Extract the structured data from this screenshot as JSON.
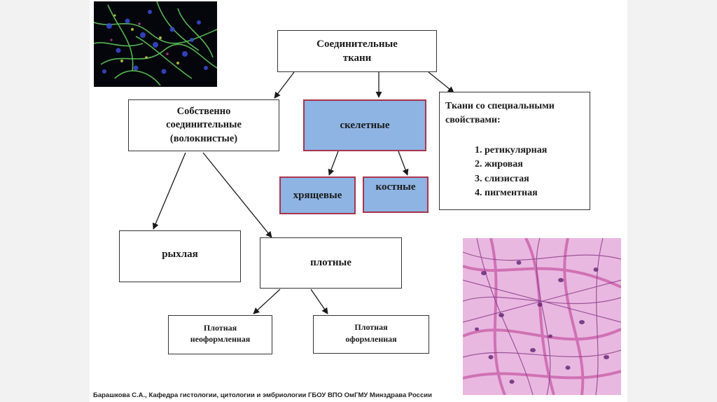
{
  "diagram": {
    "root": [
      "Соединительные",
      "ткани"
    ],
    "proper": [
      "Собственно",
      "соединительные",
      "(волокнистые)"
    ],
    "skeletal": "скелетные",
    "cartilage": "хрящевые",
    "bone": "костные",
    "special": {
      "title": [
        "Ткани со специальными",
        "свойствами:"
      ],
      "items": [
        "1. ретикулярная",
        "2. жировая",
        "3. слизистая",
        "4. пигментная"
      ]
    },
    "loose": "рыхлая",
    "dense": "плотные",
    "dense_irregular": [
      "Плотная",
      "неоформленная"
    ],
    "dense_regular": [
      "Плотная",
      "оформленная"
    ]
  },
  "footer": "Барашкова С.А., Кафедра гистологии, цитологии и эмбриологии ГБОУ ВПО ОмГМУ Минздрава России",
  "colors": {
    "skeletal_fill": "#8eb4e3",
    "skeletal_border": "#a8344e",
    "fluorescence_bg": "#05060c",
    "stain_bg": "#e9b8e0"
  }
}
